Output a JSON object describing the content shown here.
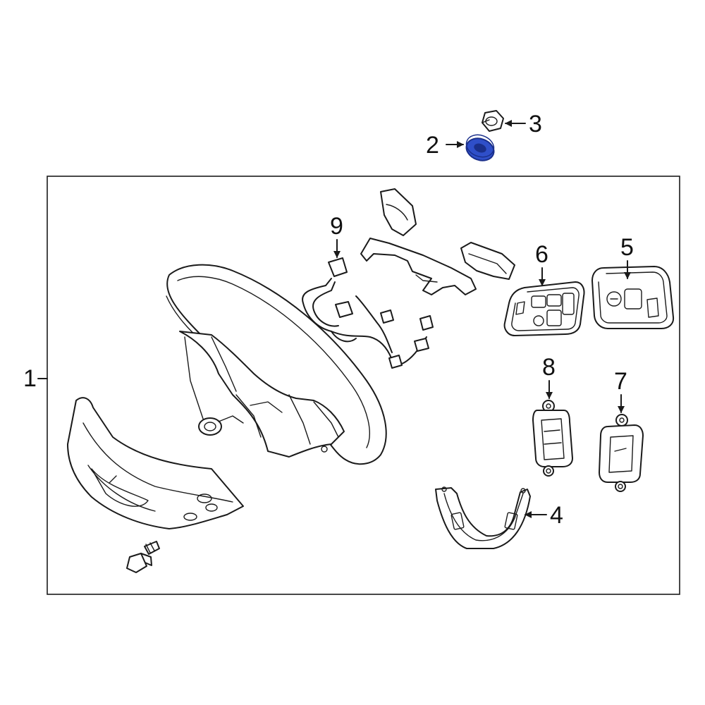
{
  "callouts": {
    "c1": "1",
    "c2": "2",
    "c3": "3",
    "c4": "4",
    "c5": "5",
    "c6": "6",
    "c7": "7",
    "c8": "8",
    "c9": "9"
  },
  "colors": {
    "highlight": "#2f4fc9",
    "highlight_dark": "#1a2f8a",
    "line": "#1a1a1a",
    "background": "#ffffff"
  }
}
